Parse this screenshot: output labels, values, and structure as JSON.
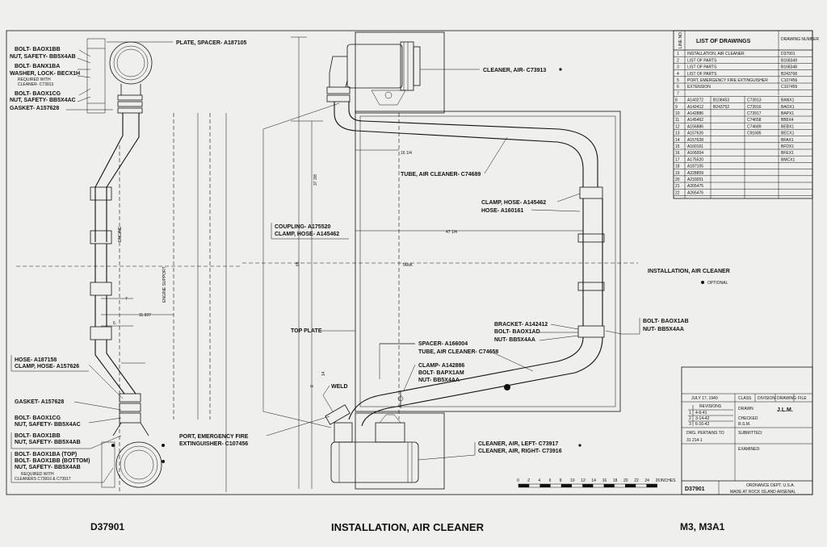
{
  "drawing": {
    "number": "D37901",
    "title": "INSTALLATION, AIR CLEANER",
    "optional_note": "OPTIONAL",
    "model": "M3, M3A1"
  },
  "left_callouts": [
    "BOLT- BAOX1BB",
    "NUT, SAFETY- BB5X4AB",
    "BOLT- BANX1BA",
    "WASHER, LOCK- BECX1H",
    "REQUIRED WITH",
    "CLEANER- C73913",
    "BOLT- BAOX1CG",
    "NUT, SAFETY- BB5X4AC",
    "GASKET- A157628"
  ],
  "lower_left_callouts": [
    "HOSE- A187158",
    "CLAMP, HOSE- A157626",
    "GASKET- A157628",
    "BOLT- BAOX1CG",
    "NUT, SAFETY- BB5X4AC",
    "BOLT- BAOX1BB",
    "NUT, SAFETY- BB5X4AB",
    "BOLT- BAOX1BA (TOP)",
    "BOLT- BAOX1BB (BOTTOM)",
    "NUT, SAFETY- BB5X4AB",
    "REQUIRED WITH",
    "CLEANERS C73916 & C73917"
  ],
  "main_callouts": {
    "plate_spacer": "PLATE, SPACER- A187105",
    "cleaner_air": "CLEANER, AIR- C73913",
    "tube_upper": "TUBE, AIR CLEANER- C74689",
    "clamp_hose": "CLAMP, HOSE- A145462",
    "hose": "HOSE- A160161",
    "coupling": "COUPLING- A175520",
    "coupling_clamp": "CLAMP, HOSE- A145462",
    "bracket": "BRACKET- A142412",
    "bolt_bracket": "BOLT- BAOX1AD",
    "nut_bracket": "NUT- BB5X4AA",
    "bolt_right": "BOLT- BAOX1AB",
    "nut_right": "NUT- BB5X4AA",
    "spacer": "SPACER- A166004",
    "tube_lower": "TUBE, AIR CLEANER- C74658",
    "clamp_lower": "CLAMP- A142886",
    "bolt_lower": "BOLT- BAPX1AM",
    "nut_lower": "NUT- BB5X4AA",
    "top_plate": "TOP PLATE",
    "weld": "WELD",
    "port_1": "PORT, EMERGENCY FIRE",
    "port_2": "EXTINGUISHER- C107456",
    "cleaner_left": "CLEANER, AIR, LEFT- C73917",
    "cleaner_right": "CLEANER, AIR, RIGHT- C73916",
    "engine_cl": "ENGINE",
    "engine_support": "ENGINE SUPPORT",
    "tank_cl": "TANK"
  },
  "dimensions": [
    "16 1/4",
    "47 1/4",
    "37 3/8",
    "65",
    "11.937",
    "6.",
    "7",
    "14",
    "8"
  ],
  "scale": {
    "ticks": [
      "0",
      "2",
      "4",
      "6",
      "8",
      "10",
      "12",
      "14",
      "16",
      "18",
      "20",
      "22",
      "24",
      "26"
    ],
    "unit": "INCHES"
  },
  "list_of_drawings": {
    "header_line": "LINE NO.",
    "header_title": "LIST OF DRAWINGS",
    "header_number": "DRAWING NUMBER",
    "rows": [
      {
        "no": "1",
        "title": "INSTALLATION, AIR CLEANER",
        "number": "D37901"
      },
      {
        "no": "2",
        "title": "LIST OF PARTS",
        "number": "B168349"
      },
      {
        "no": "3",
        "title": "LIST OF PARTS",
        "number": "B168348"
      },
      {
        "no": "4",
        "title": "LIST OF PARTS",
        "number": "B243768"
      },
      {
        "no": "5",
        "title": "PORT, EMERGENCY FIRE EXTINGUISHER",
        "number": "C107456"
      },
      {
        "no": "6",
        "title": "EXTENSION",
        "number": "C107455"
      },
      {
        "no": "7",
        "title": "",
        "number": ""
      }
    ],
    "parts_rows": [
      {
        "no": "8",
        "a": "A140272",
        "b": "B108453",
        "c": "C73913",
        "d": "BANX1"
      },
      {
        "no": "9",
        "a": "A142412",
        "b": "B243752",
        "c": "C73916",
        "d": "BAOX1"
      },
      {
        "no": "10",
        "a": "A142886",
        "b": "",
        "c": "C73917",
        "d": "BAPX1"
      },
      {
        "no": "11",
        "a": "A145462",
        "b": "",
        "c": "C74658",
        "d": "BB5X4"
      },
      {
        "no": "12",
        "a": "A156886",
        "b": "",
        "c": "C74689",
        "d": "BEBX1"
      },
      {
        "no": "13",
        "a": "A157626",
        "b": "",
        "c": "C91685",
        "d": "BECX1"
      },
      {
        "no": "14",
        "a": "A157628",
        "b": "",
        "c": "",
        "d": "BFAX1"
      },
      {
        "no": "15",
        "a": "A160161",
        "b": "",
        "c": "",
        "d": "BFDX1"
      },
      {
        "no": "16",
        "a": "A166004",
        "b": "",
        "c": "",
        "d": "BFEX1"
      },
      {
        "no": "17",
        "a": "A175520",
        "b": "",
        "c": "",
        "d": "BMCX1"
      },
      {
        "no": "18",
        "a": "A187105",
        "b": "",
        "c": "",
        "d": ""
      },
      {
        "no": "19",
        "a": "A228859",
        "b": "",
        "c": "",
        "d": ""
      },
      {
        "no": "20",
        "a": "A233051",
        "b": "",
        "c": "",
        "d": ""
      },
      {
        "no": "21",
        "a": "A265475",
        "b": "",
        "c": "",
        "d": ""
      },
      {
        "no": "22",
        "a": "A265476",
        "b": "",
        "c": "",
        "d": ""
      }
    ]
  },
  "title_block": {
    "date": "JULY 17, 1940",
    "revisions_label": "REVISIONS",
    "revisions": [
      {
        "n": "1",
        "date": "4-6-41"
      },
      {
        "n": "2",
        "date": "3-14-42"
      },
      {
        "n": "3",
        "date": "6-16-42"
      }
    ],
    "class_labels": [
      "CLASS",
      "DIVISION",
      "DRAWING",
      "FILE"
    ],
    "drawn_by_label": "DRAWN",
    "drawn_by": "J.L.M.",
    "checked_label": "CHECKED",
    "checked_by": "R.S.M.",
    "pertains_label": "DRG. PERTAINS TO",
    "pertains": "31 214-1",
    "submitted": "SUBMITTED:",
    "examined": "EXAMINED:",
    "ordnance": "ORDNANCE DEPT. U.S.A.",
    "made_at": "MADE AT ROCK ISLAND ARSENAL"
  }
}
